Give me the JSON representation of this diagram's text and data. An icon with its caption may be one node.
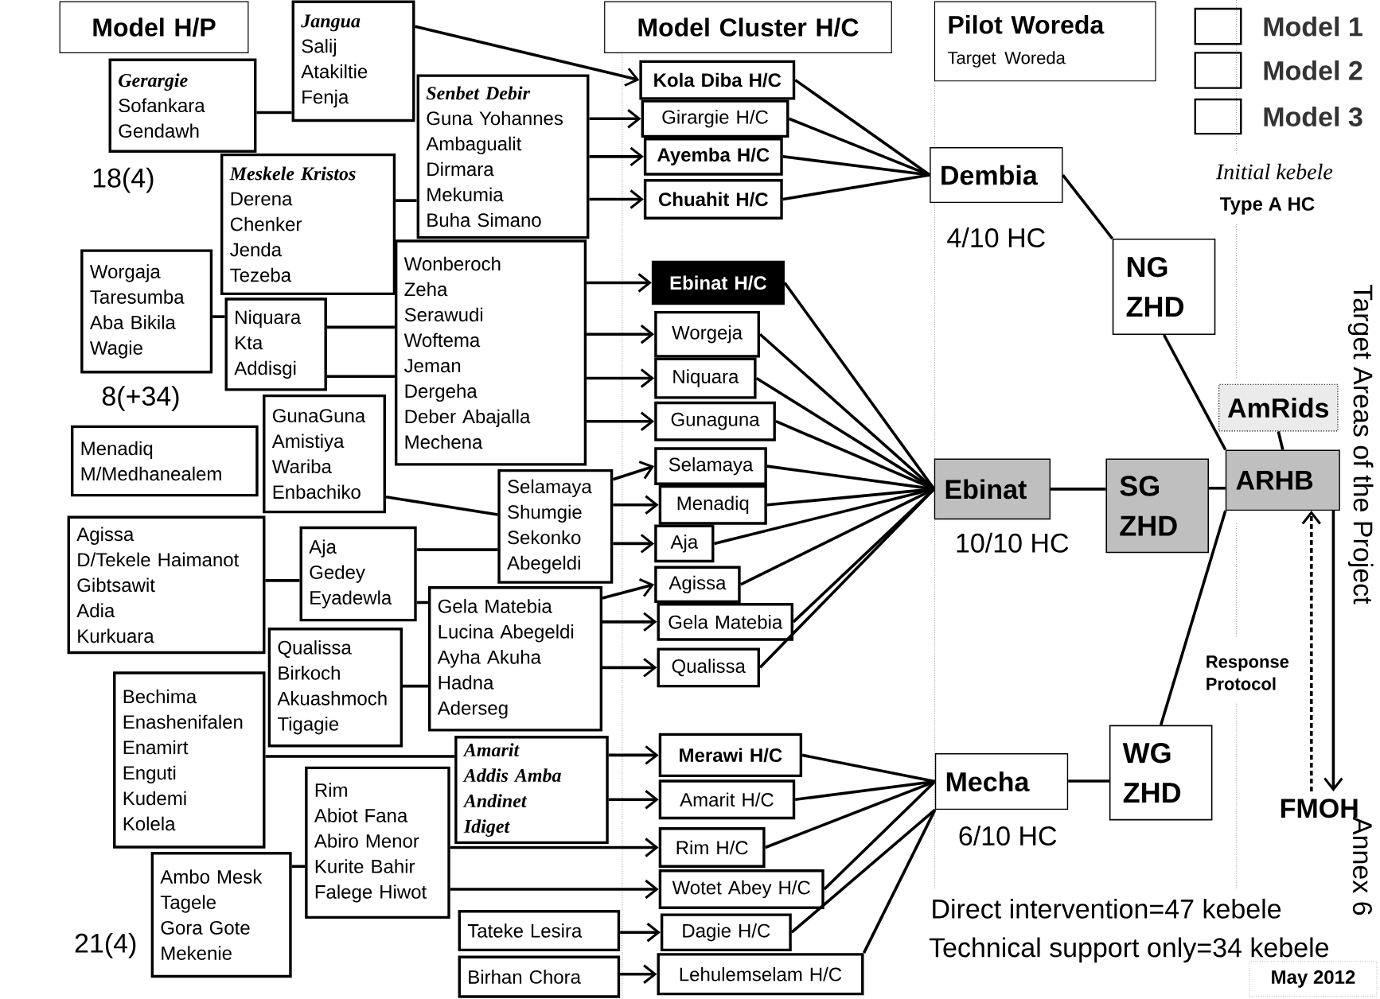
{
  "diagram": {
    "nodes": [
      {
        "text": [
          "Model H/P"
        ]
      },
      {
        "text": [
          "Jangua",
          "Salij",
          "Atakiltie",
          "Fenja"
        ]
      },
      {
        "text": [
          "Model Cluster H/C"
        ]
      },
      {
        "text": [
          "Pilot Woreda",
          "Target Woreda"
        ]
      },
      {
        "text": [
          "Gerargie",
          "Sofankara",
          "Gendawh"
        ],
        "beside": [
          "18(4)"
        ]
      },
      {
        "text": [
          "Senbet Debir",
          "Guna Yohannes",
          "Ambagualit",
          "Dirmara",
          "Mekumia",
          "Buha Simano"
        ]
      },
      {
        "text": [
          "Meskele Kristos",
          "Derena",
          "Chenker",
          "Jenda",
          "Tezeba"
        ]
      },
      {
        "text": [
          "Worgaja",
          "Taresumba",
          "Aba Bikila",
          "Wagie"
        ],
        "beside": [
          "8(+34)"
        ]
      },
      {
        "text": [
          "Niquara",
          "Kta",
          "Addisgi"
        ]
      },
      {
        "text": [
          "Wonberoch",
          "Zeha",
          "Serawudi",
          "Woftema",
          "Jeman",
          "Dergeha",
          "Deber Abajalla",
          "Mechena"
        ]
      },
      {
        "text": [
          "Menadiq",
          "M/Medhanealem"
        ]
      },
      {
        "text": [
          "GunaGuna",
          "Amistiya",
          "Wariba",
          "Enbachiko"
        ]
      },
      {
        "text": [
          "Selamaya",
          "Shumgie",
          "Sekonko",
          "Abegeldi"
        ]
      },
      {
        "text": [
          "Agissa",
          "D/Tekele Haimanot",
          "Gibtsawit",
          "Adia",
          "Kurkuara"
        ]
      },
      {
        "text": [
          "Aja",
          "Gedey",
          "Eyadewla"
        ]
      },
      {
        "text": [
          "Gela Matebia",
          "Lucina Abegeldi",
          "Ayha Akuha",
          "Hadna",
          "Aderseg"
        ]
      },
      {
        "text": [
          "Qualissa",
          "Birkoch",
          "Akuashmoch",
          "Tigagie"
        ]
      },
      {
        "text": [
          "Bechima",
          "Enashenifalen",
          "Enamirt",
          "Enguti",
          "Kudemi",
          "Kolela"
        ]
      },
      {
        "text": [
          "Amarit",
          "Addis Amba",
          "Andinet",
          "Idiget"
        ]
      },
      {
        "text": [
          "Rim",
          "Abiot Fana",
          "Abiro Menor",
          "Kurite Bahir",
          "Falege Hiwot"
        ]
      },
      {
        "text": [
          "Ambo Mesk",
          "Tagele",
          "Gora Gote",
          "Mekenie"
        ],
        "beside": [
          "21(4)"
        ]
      },
      {
        "text": [
          "Tateke Lesira"
        ]
      },
      {
        "text": [
          "Birhan Chora"
        ]
      },
      {
        "text": [
          "Kola Diba H/C"
        ]
      },
      {
        "text": [
          "Girargie H/C"
        ]
      },
      {
        "text": [
          "Ayemba H/C"
        ]
      },
      {
        "text": [
          "Chuahit H/C"
        ]
      },
      {
        "text": [
          "Ebinat H/C"
        ]
      },
      {
        "text": [
          "Worgeja"
        ]
      },
      {
        "text": [
          "Niquara"
        ]
      },
      {
        "text": [
          "Gunaguna"
        ]
      },
      {
        "text": [
          "Selamaya"
        ]
      },
      {
        "text": [
          "Menadiq"
        ]
      },
      {
        "text": [
          "Aja"
        ]
      },
      {
        "text": [
          "Agissa"
        ]
      },
      {
        "text": [
          "Gela Matebia"
        ]
      },
      {
        "text": [
          "Qualissa"
        ]
      },
      {
        "text": [
          "Merawi H/C"
        ]
      },
      {
        "text": [
          "Amarit H/C"
        ]
      },
      {
        "text": [
          "Rim H/C"
        ]
      },
      {
        "text": [
          "Wotet Abey H/C"
        ]
      },
      {
        "text": [
          "Dagie H/C"
        ]
      },
      {
        "text": [
          "Lehulemselam H/C"
        ]
      },
      {
        "text": [
          "Dembia"
        ],
        "beside": [
          "4/10 HC"
        ]
      },
      {
        "text": [
          "Ebinat"
        ],
        "beside": [
          "10/10 HC"
        ]
      },
      {
        "text": [
          "Mecha"
        ],
        "beside": [
          "6/10 HC"
        ]
      },
      {
        "text": [
          "NG ZHD"
        ]
      },
      {
        "text": [
          "SG ZHD"
        ]
      },
      {
        "text": [
          "WG ZHD"
        ]
      },
      {
        "text": [
          "AmRids"
        ]
      },
      {
        "text": [
          "ARHB"
        ]
      },
      {
        "text": [
          "FMOH"
        ]
      }
    ],
    "edges": [
      {
        "from": 1,
        "to": 23,
        "arrow": "to"
      },
      {
        "from": 4,
        "to": 1,
        "arrow": "none"
      },
      {
        "from": 5,
        "to": 24,
        "arrow": "to"
      },
      {
        "from": 5,
        "to": 25,
        "arrow": "to"
      },
      {
        "from": 5,
        "to": 26,
        "arrow": "to"
      },
      {
        "from": 6,
        "to": 5,
        "arrow": "none"
      },
      {
        "from": 7,
        "to": 8,
        "arrow": "none"
      },
      {
        "from": 8,
        "to": 9,
        "arrow": "none"
      },
      {
        "from": 8,
        "to": 9,
        "arrow": "none"
      },
      {
        "from": 9,
        "to": 27,
        "arrow": "to"
      },
      {
        "from": 9,
        "to": 28,
        "arrow": "to"
      },
      {
        "from": 9,
        "to": 29,
        "arrow": "to"
      },
      {
        "from": 9,
        "to": 30,
        "arrow": "to"
      },
      {
        "from": 11,
        "to": 12,
        "arrow": "none"
      },
      {
        "from": 12,
        "to": 31,
        "arrow": "to"
      },
      {
        "from": 12,
        "to": 32,
        "arrow": "to"
      },
      {
        "from": 12,
        "to": 33,
        "arrow": "to"
      },
      {
        "from": 13,
        "to": 14,
        "arrow": "none"
      },
      {
        "from": 14,
        "to": 12,
        "arrow": "none"
      },
      {
        "from": 14,
        "to": 15,
        "arrow": "none"
      },
      {
        "from": 16,
        "to": 15,
        "arrow": "none"
      },
      {
        "from": 15,
        "to": 34,
        "arrow": "to"
      },
      {
        "from": 15,
        "to": 35,
        "arrow": "to"
      },
      {
        "from": 15,
        "to": 36,
        "arrow": "to"
      },
      {
        "from": 17,
        "to": 18,
        "arrow": "none"
      },
      {
        "from": 18,
        "to": 37,
        "arrow": "to"
      },
      {
        "from": 18,
        "to": 38,
        "arrow": "to"
      },
      {
        "from": 20,
        "to": 19,
        "arrow": "none"
      },
      {
        "from": 19,
        "to": 39,
        "arrow": "to"
      },
      {
        "from": 19,
        "to": 40,
        "arrow": "to"
      },
      {
        "from": 21,
        "to": 41,
        "arrow": "to"
      },
      {
        "from": 22,
        "to": 42,
        "arrow": "to"
      },
      {
        "from": 23,
        "to": 43,
        "arrow": "none"
      },
      {
        "from": 24,
        "to": 43,
        "arrow": "none"
      },
      {
        "from": 25,
        "to": 43,
        "arrow": "none"
      },
      {
        "from": 26,
        "to": 43,
        "arrow": "none"
      },
      {
        "from": 27,
        "to": 44,
        "arrow": "none"
      },
      {
        "from": 28,
        "to": 44,
        "arrow": "none"
      },
      {
        "from": 29,
        "to": 44,
        "arrow": "none"
      },
      {
        "from": 30,
        "to": 44,
        "arrow": "none"
      },
      {
        "from": 31,
        "to": 44,
        "arrow": "none"
      },
      {
        "from": 32,
        "to": 44,
        "arrow": "none"
      },
      {
        "from": 33,
        "to": 44,
        "arrow": "none"
      },
      {
        "from": 34,
        "to": 44,
        "arrow": "none"
      },
      {
        "from": 35,
        "to": 44,
        "arrow": "none"
      },
      {
        "from": 36,
        "to": 44,
        "arrow": "none"
      },
      {
        "from": 37,
        "to": 45,
        "arrow": "none"
      },
      {
        "from": 38,
        "to": 45,
        "arrow": "none"
      },
      {
        "from": 39,
        "to": 45,
        "arrow": "none"
      },
      {
        "from": 40,
        "to": 45,
        "arrow": "none"
      },
      {
        "from": 41,
        "to": 45,
        "arrow": "none"
      },
      {
        "from": 42,
        "to": 45,
        "arrow": "none"
      },
      {
        "from": 43,
        "to": 46,
        "arrow": "none"
      },
      {
        "from": 46,
        "to": 50,
        "arrow": "none"
      },
      {
        "from": 44,
        "to": 47,
        "arrow": "none"
      },
      {
        "from": 47,
        "to": 50,
        "arrow": "none"
      },
      {
        "from": 45,
        "to": 48,
        "arrow": "none"
      },
      {
        "from": 48,
        "to": 50,
        "arrow": "none"
      },
      {
        "from": 49,
        "to": 50,
        "arrow": "none"
      },
      {
        "from": 50,
        "to": 51,
        "arrow": "to"
      },
      {
        "from": 51,
        "to": 50,
        "arrow": "to",
        "style": "dashed"
      }
    ],
    "labels": [
      "Initial kebele",
      "Type A HC",
      "Target Areas of the Project",
      "Response Protocol",
      "Direct intervention=47 kebele",
      "Technical support only=34 kebele",
      "Annex 6",
      "May 2012"
    ],
    "legend": [
      {
        "text": "Model 1"
      },
      {
        "text": "Model 2"
      },
      {
        "text": "Model 3"
      }
    ]
  }
}
